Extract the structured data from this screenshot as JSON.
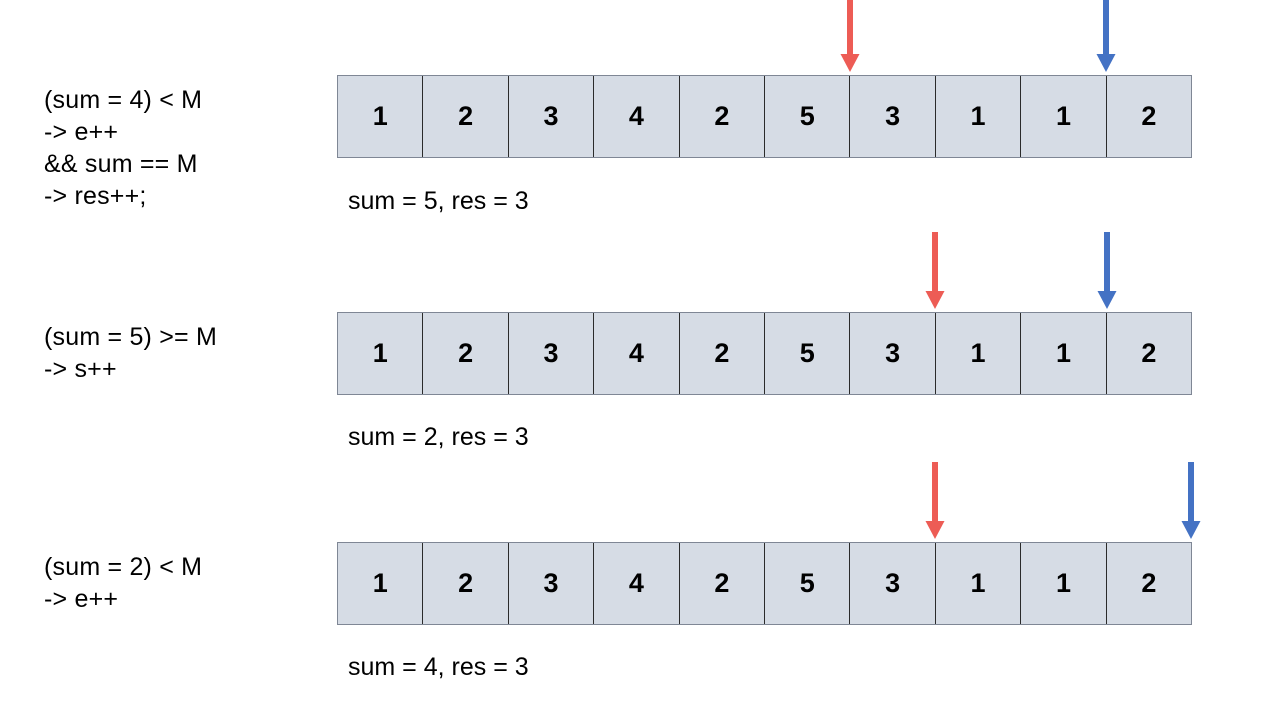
{
  "slide": {
    "background_color": "#ffffff",
    "cell_fill_color": "#d6dce5",
    "cell_border_color": "#2b2b2b",
    "red_arrow_color": "#ed5c55",
    "blue_arrow_color": "#4472c4"
  },
  "array_values": [
    "1",
    "2",
    "3",
    "4",
    "2",
    "5",
    "3",
    "1",
    "1",
    "2"
  ],
  "steps": [
    {
      "id": "step-1",
      "label_lines": [
        "(sum = 4) < M",
        "-> e++",
        "&& sum == M",
        "-> res++;"
      ],
      "label_text": "(sum = 4) < M\n-> e++\n&& sum == M\n-> res++;",
      "caption": "sum = 5, res = 3",
      "values": [
        "1",
        "2",
        "3",
        "4",
        "2",
        "5",
        "3",
        "1",
        "1",
        "2"
      ],
      "red_pointer_name": "start-pointer",
      "blue_pointer_name": "end-pointer",
      "red_pointer_boundary": 6,
      "blue_pointer_boundary": 9,
      "sum": "5",
      "res": "3"
    },
    {
      "id": "step-2",
      "label_lines": [
        "(sum = 5) >= M",
        "-> s++"
      ],
      "label_text": "(sum = 5) >= M\n-> s++",
      "caption": "sum = 2, res = 3",
      "values": [
        "1",
        "2",
        "3",
        "4",
        "2",
        "5",
        "3",
        "1",
        "1",
        "2"
      ],
      "red_pointer_name": "start-pointer",
      "blue_pointer_name": "end-pointer",
      "red_pointer_boundary": 7,
      "blue_pointer_boundary": 9,
      "sum": "2",
      "res": "3"
    },
    {
      "id": "step-3",
      "label_lines": [
        "(sum = 2) < M",
        "-> e++"
      ],
      "label_text": "(sum = 2) < M\n-> e++",
      "caption": "sum = 4, res = 3",
      "values": [
        "1",
        "2",
        "3",
        "4",
        "2",
        "5",
        "3",
        "1",
        "1",
        "2"
      ],
      "red_pointer_name": "start-pointer",
      "blue_pointer_name": "end-pointer",
      "red_pointer_boundary": 7,
      "blue_pointer_boundary": 10,
      "sum": "4",
      "res": "3"
    }
  ]
}
